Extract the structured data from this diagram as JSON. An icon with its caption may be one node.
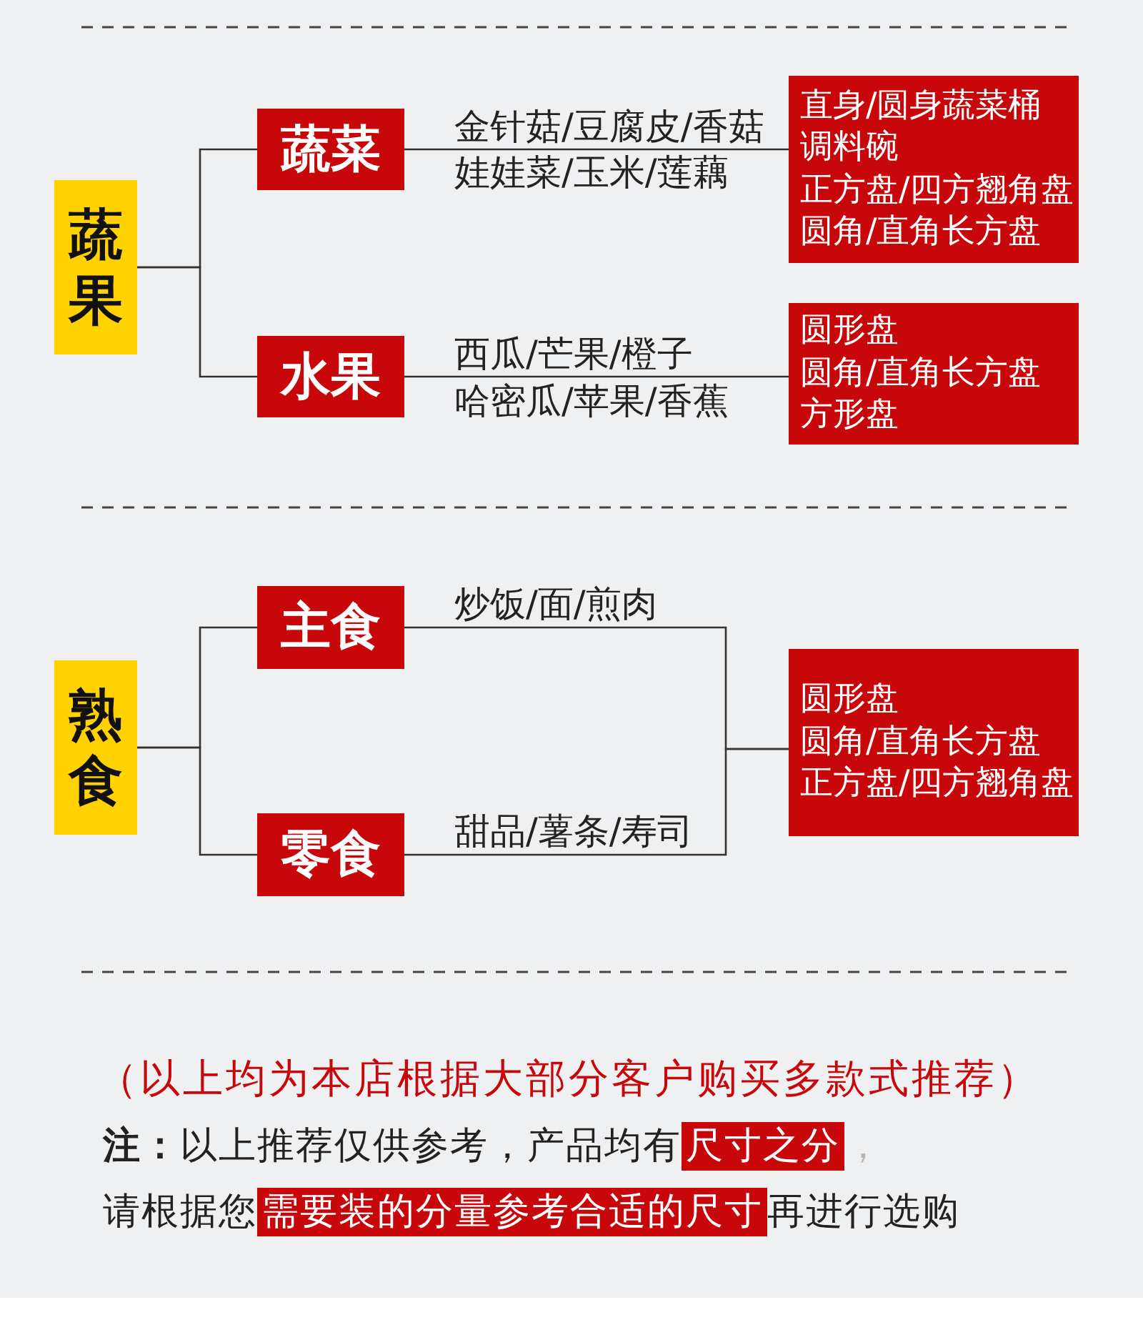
{
  "diagram": {
    "nodes": [
      {
        "text": [
          "蔬果"
        ]
      },
      {
        "text": [
          "蔬菜"
        ]
      },
      {
        "text": [
          "水果"
        ]
      },
      {
        "text": [
          "直身/圆身蔬菜桶",
          "调料碗",
          "正方盘/四方翘角盘",
          "圆角/直角长方盘"
        ]
      },
      {
        "text": [
          "圆形盘",
          "圆角/直角长方盘",
          "方形盘"
        ]
      },
      {
        "text": [
          "熟食"
        ]
      },
      {
        "text": [
          "主食"
        ]
      },
      {
        "text": [
          "零食"
        ]
      },
      {
        "text": [
          "圆形盘",
          "圆角/直角长方盘",
          "正方盘/四方翘角盘"
        ]
      }
    ],
    "edges": [
      {
        "from": 0,
        "to": 1,
        "arrow": "none"
      },
      {
        "from": 0,
        "to": 2,
        "arrow": "none"
      },
      {
        "from": 1,
        "to": 3,
        "arrow": "none",
        "label": "金针菇/豆腐皮/香菇"
      },
      {
        "from": 2,
        "to": 4,
        "arrow": "none",
        "label": "西瓜/芒果/橙子"
      },
      {
        "from": 5,
        "to": 6,
        "arrow": "none"
      },
      {
        "from": 5,
        "to": 7,
        "arrow": "none"
      },
      {
        "from": 6,
        "to": 8,
        "arrow": "none",
        "label": "炒饭/面/煎肉"
      },
      {
        "from": 7,
        "to": 8,
        "arrow": "none",
        "label": "甜品/薯条/寿司"
      }
    ],
    "labels": [
      "娃娃菜/玉米/莲藕",
      "哈密瓜/苹果/香蕉",
      "（以上均为本店根据大部分客户购买多款式推荐）",
      "**注：**以上推荐仅供参考，产品均有",
      "尺寸之分",
      "，",
      "请根据您",
      "需要装的分量参考合适的尺寸",
      "再进行选购"
    ]
  }
}
